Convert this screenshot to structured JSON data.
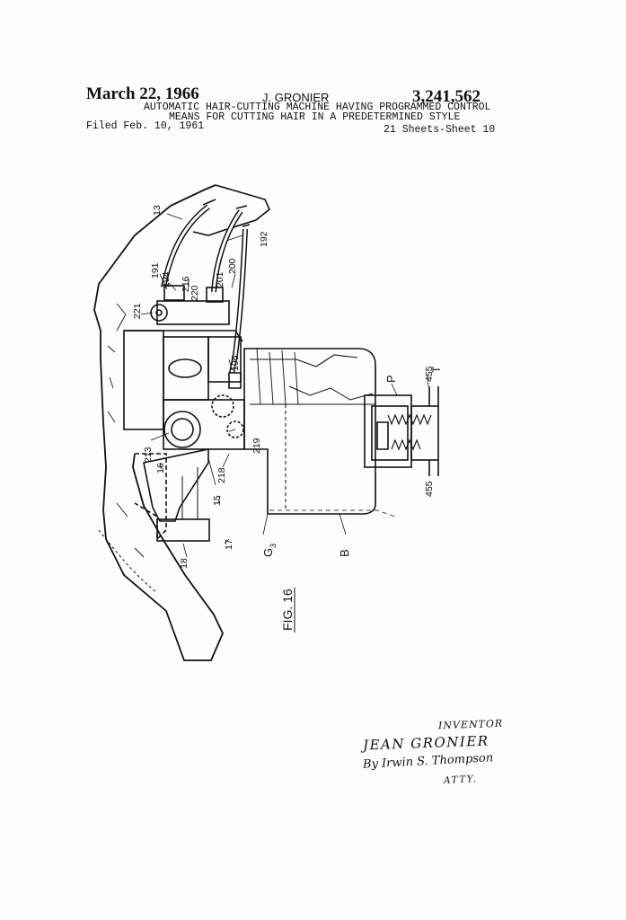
{
  "header": {
    "date": "March 22, 1966",
    "inventor_name": "J. GRONIER",
    "patent_number": "3,241,562",
    "title_line_1": "AUTOMATIC HAIR-CUTTING MACHINE HAVING PROGRAMMED CONTROL",
    "title_line_2": "MEANS FOR CUTTING HAIR IN A PREDETERMINED STYLE",
    "filed": "Filed Feb. 10, 1961",
    "sheets": "21 Sheets-Sheet 10"
  },
  "figure": {
    "caption": "FIG. 16",
    "reference_labels": {
      "r13": "13",
      "r191": "191",
      "r192": "192",
      "r194": "194",
      "r195": "195",
      "r200": "200",
      "r201": "201",
      "r213": "213",
      "r216": "216",
      "r218": "218",
      "r219": "219",
      "r220": "220",
      "r221": "221",
      "r455a": "455",
      "r455b": "455",
      "r15": "15",
      "r16": "16",
      "r17": "17",
      "r18": "18",
      "rP": "P",
      "rT": "T",
      "rB": "B",
      "rG": "G",
      "rG_sub": "3"
    }
  },
  "signature": {
    "label": "INVENTOR",
    "name": "JEAN GRONIER",
    "by_line": "By Irwin S. Thompson",
    "atty": "ATTY."
  }
}
